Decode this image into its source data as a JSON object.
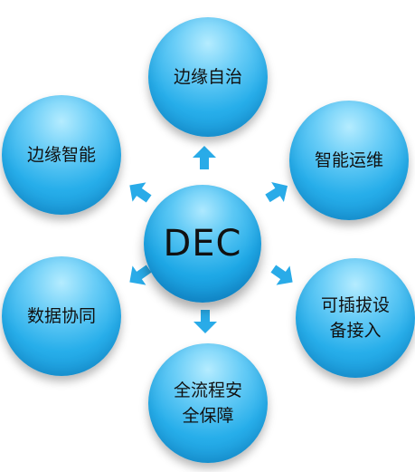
{
  "diagram": {
    "center": {
      "label": "DEC"
    },
    "nodes": [
      {
        "id": "top",
        "label": "边缘自治"
      },
      {
        "id": "top-right",
        "label": "智能运维"
      },
      {
        "id": "bottom-right",
        "label": "可插拔设\n备接入"
      },
      {
        "id": "bottom",
        "label": "全流程安\n全保障"
      },
      {
        "id": "bottom-left",
        "label": "数据协同"
      },
      {
        "id": "top-left",
        "label": "边缘智能"
      }
    ],
    "colors": {
      "node_fill": "#27aeea",
      "node_highlight": "#b5ecff",
      "node_shade": "#138fd0",
      "text": "#111111"
    }
  }
}
